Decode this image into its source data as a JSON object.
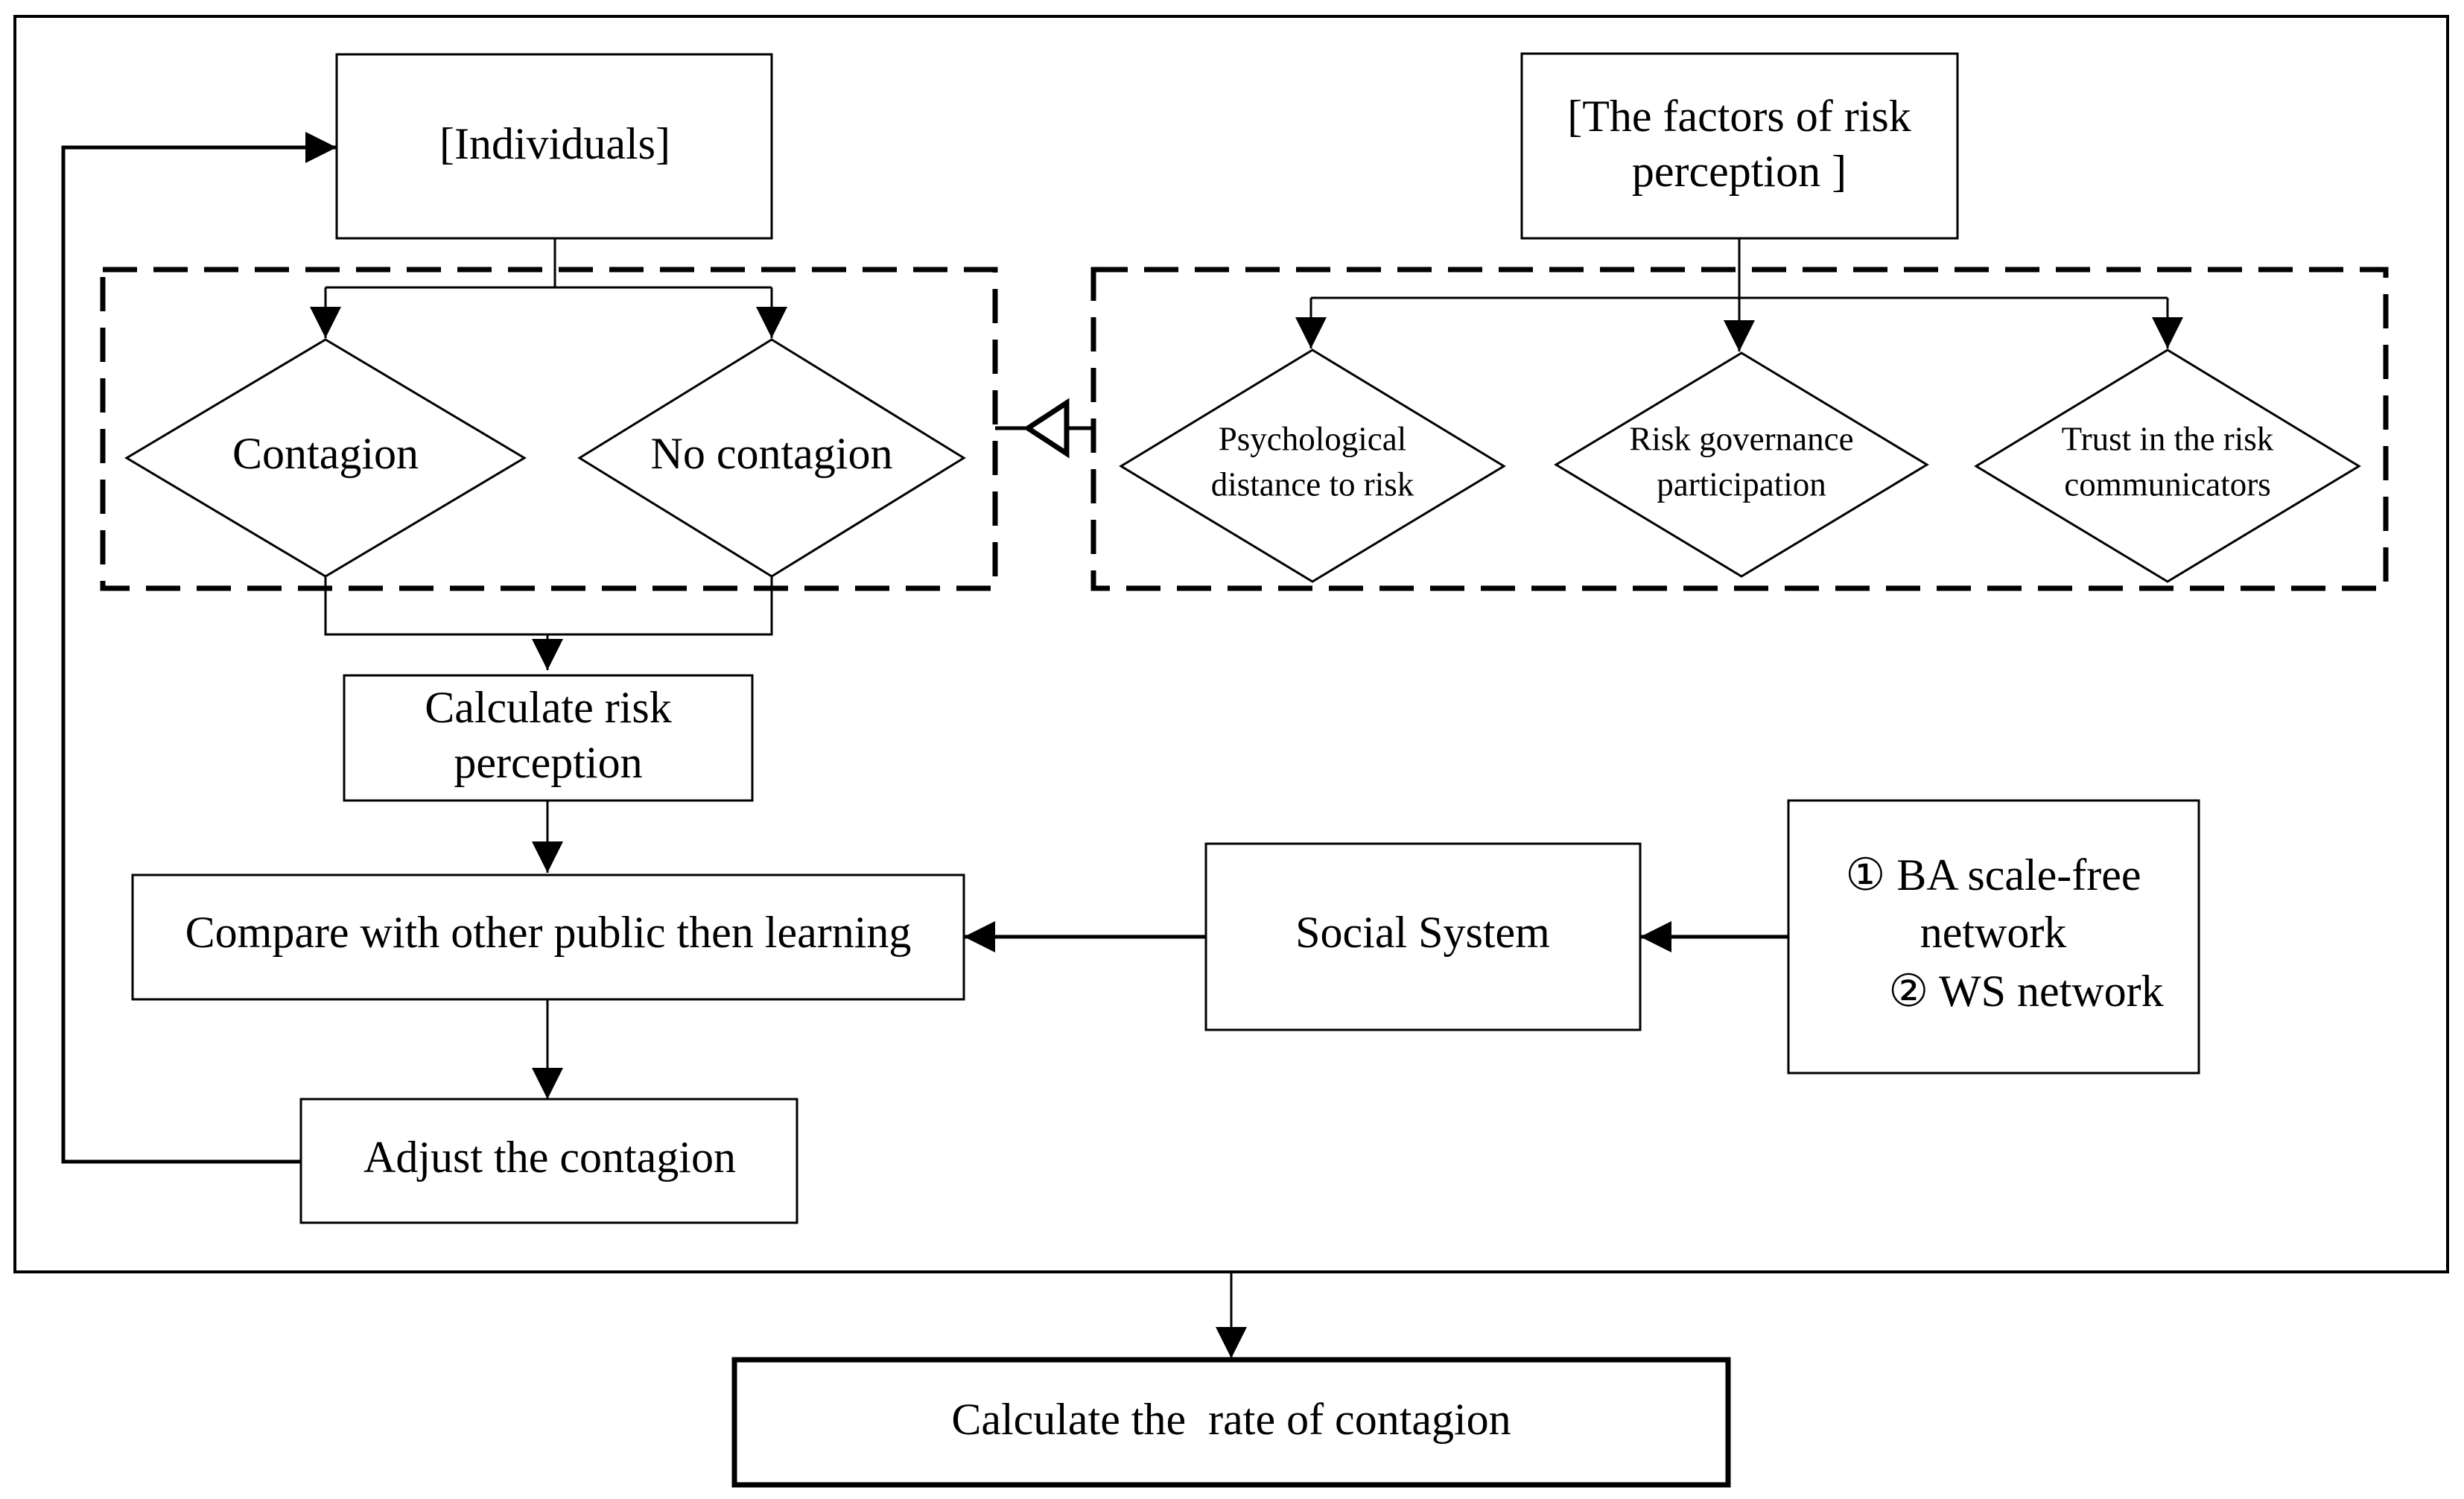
{
  "diagram": {
    "nodes": {
      "individuals": {
        "label": "[Individuals]"
      },
      "factors": {
        "line1": "[The factors of risk",
        "line2": "perception ]"
      },
      "contagion": {
        "label": "Contagion"
      },
      "no_contagion": {
        "label": "No contagion"
      },
      "psych_distance": {
        "line1": "Psychological",
        "line2": "distance to risk"
      },
      "risk_governance": {
        "line1": "Risk governance",
        "line2": "participation"
      },
      "trust": {
        "line1": "Trust in the risk",
        "line2": "communicators"
      },
      "calc_risk": {
        "line1": "Calculate risk",
        "line2": "perception"
      },
      "compare": {
        "label": "Compare with other public then learning"
      },
      "social_system": {
        "label": "Social System"
      },
      "networks": {
        "line1": "① BA scale-free",
        "line2": "network",
        "line3": "② WS network"
      },
      "adjust": {
        "label": "Adjust the contagion"
      },
      "calc_rate": {
        "label": "Calculate the  rate of contagion"
      }
    },
    "colors": {
      "stroke": "#000000",
      "background": "#ffffff"
    }
  }
}
